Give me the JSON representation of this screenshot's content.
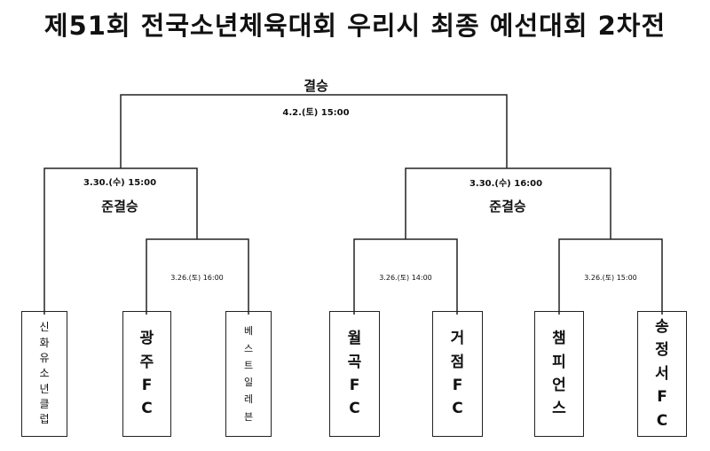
{
  "title": "제51회 전국소년체육대회 우리시 최종 예선대회 2차전",
  "final": {
    "label": "결승",
    "time": "4.2.(토) 15:00"
  },
  "semi_left": {
    "label": "준결승",
    "time": "3.30.(수) 15:00"
  },
  "semi_right": {
    "label": "준결승",
    "time": "3.30.(수) 16:00"
  },
  "qf": [
    {
      "time": "3.26.(토) 16:00"
    },
    {
      "time": "3.26.(토) 14:00"
    },
    {
      "time": "3.26.(토) 15:00"
    }
  ],
  "teams": [
    {
      "chars": [
        "신",
        "화",
        "유",
        "소",
        "년",
        "클",
        "럽"
      ]
    },
    {
      "chars": [
        "광",
        "주",
        "F",
        "C"
      ]
    },
    {
      "chars": [
        "베",
        "스",
        "트",
        "일",
        "레",
        "븐"
      ]
    },
    {
      "chars": [
        "월",
        "곡",
        "F",
        "C"
      ]
    },
    {
      "chars": [
        "거",
        "점",
        "F",
        "C"
      ]
    },
    {
      "chars": [
        "챔",
        "피",
        "언",
        "스"
      ]
    },
    {
      "chars": [
        "송",
        "정",
        "서",
        "F",
        "C"
      ]
    }
  ]
}
